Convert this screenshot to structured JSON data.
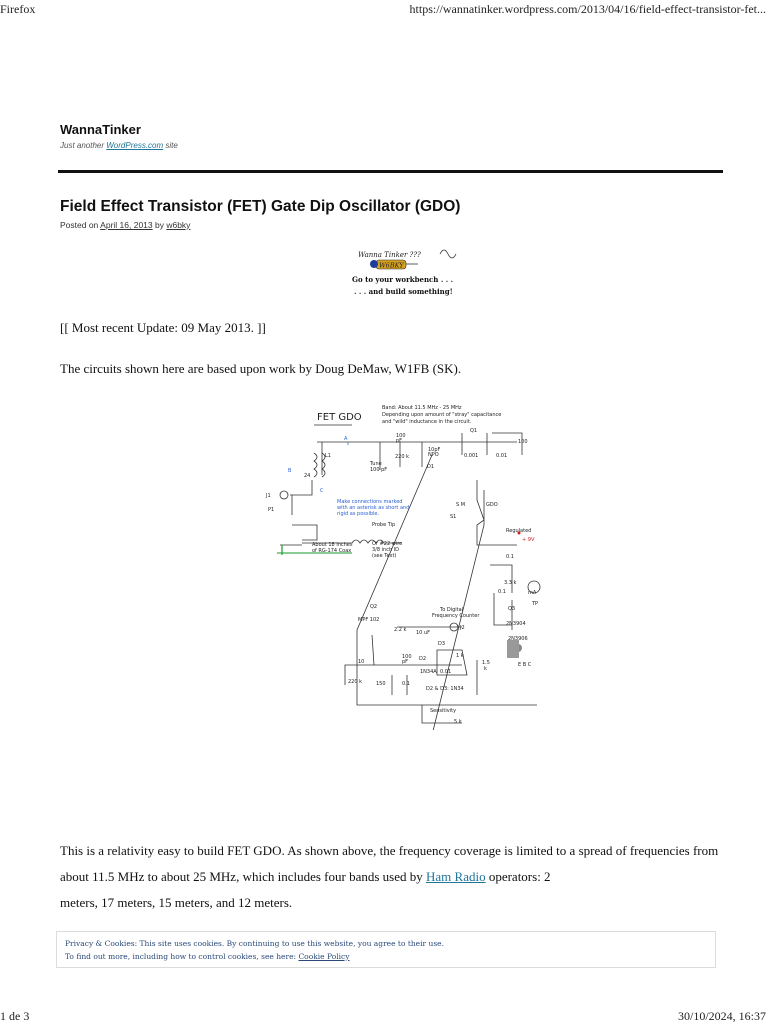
{
  "print_header": {
    "browser": "Firefox",
    "url": "https://wannatinker.wordpress.com/2013/04/16/field-effect-transistor-fet..."
  },
  "site": {
    "title": "WannaTinker",
    "tagline_prefix": "Just another ",
    "tagline_link": "WordPress.com",
    "tagline_suffix": " site"
  },
  "post": {
    "title": "Field Effect Transistor (FET) Gate Dip Oscillator (GDO)",
    "posted_on": "Posted on ",
    "date": "April 16, 2013",
    "by": " by ",
    "author": "w6bky"
  },
  "logo": {
    "line1": "Wanna Tinker ???",
    "badge": "W6BKY",
    "line2": "Go to your workbench . . .",
    "line3": ". . . and build something!"
  },
  "update": "[[ Most recent Update:  09 May 2013.  ]]",
  "intro": "The circuits shown here are based upon work by Doug DeMaw, W1FB (SK).",
  "schematic": {
    "title": "FET GDO",
    "band_note": "Band: About 11.5 MHz - 25 MHz",
    "band_note2": "Depending upon amount of \"stray\" capacitance",
    "band_note3": "and \"wild\" inductance in the circuit.",
    "q1": "Q1",
    "l1": "L1",
    "c_tune": "Tune",
    "c_tune2": "100 pF",
    "c100": "100",
    "c100b": "pF",
    "r220k": "220 k",
    "c10pf": "10pF",
    "npo": "NPO",
    "d1": "D1",
    "c001a": "0.001",
    "c001b": "0.01",
    "r100": "100",
    "j1": "J1",
    "p1": "P1",
    "s1": "S1",
    "sm": "S M",
    "gdo": "GDO",
    "note1": "Make connections marked",
    "note2": "with an asterisk as short and",
    "note3": "rigid as possible.",
    "probe": "Probe Tip",
    "about18": "About 18 inches",
    "of_rg": "of RG-174 Coax",
    "wire": "Or #22 wire",
    "wire2": "3/8 inch ID",
    "wire3": "(see Text)",
    "regulated": "Regulated",
    "plus9": "+ 9V",
    "c01": "0.1",
    "r33k": "3.3 k",
    "c01b": "0.1",
    "ma": "mA",
    "q3": "Q3",
    "tp": "TP",
    "t2n3904": "2N3904",
    "t2n3906": "2N3906",
    "ebc": "E B C",
    "q2": "Q2",
    "mpf": "MPF 102",
    "to_digital": "To Digital",
    "freq_counter": "Frequency Counter",
    "j2": "J2",
    "r22k": "2.2 k",
    "c10uf": "10 uF",
    "r10": "10",
    "r220k2": "220 k",
    "r150": "150",
    "c01c": "0.1",
    "c100pf": "100",
    "pf2": "pF",
    "d2": "D2",
    "d3": "D3",
    "n34a": "1N34A",
    "c001c": "0.01",
    "r1k": "1 k",
    "r15k": "1.5",
    "k15": "k",
    "d23": "D2 & D3: 1N34",
    "sensitivity": "Sensitivity",
    "r5k": "5 k",
    "pt24": "24",
    "a1": "A",
    "b1": "B",
    "c1": "C"
  },
  "body": {
    "text1": "This is a relativity easy to build FET GDO.  As shown above, the frequency coverage is limited to a spread of frequencies from about 11.5 MHz to about 25 MHz, which includes four bands used by ",
    "link": "Ham Radio",
    "text2": " operators: 2",
    "text3": "meters, 17 meters, 15 meters, and 12 meters."
  },
  "cookie": {
    "line1": "Privacy & Cookies: This site uses cookies. By continuing to use this website, you agree to their use.",
    "line2_prefix": "To find out more, including how to control cookies, see here: ",
    "line2_link": "Cookie Policy"
  },
  "print_footer": {
    "page": "1 de 3",
    "datetime": "30/10/2024, 16:37"
  }
}
